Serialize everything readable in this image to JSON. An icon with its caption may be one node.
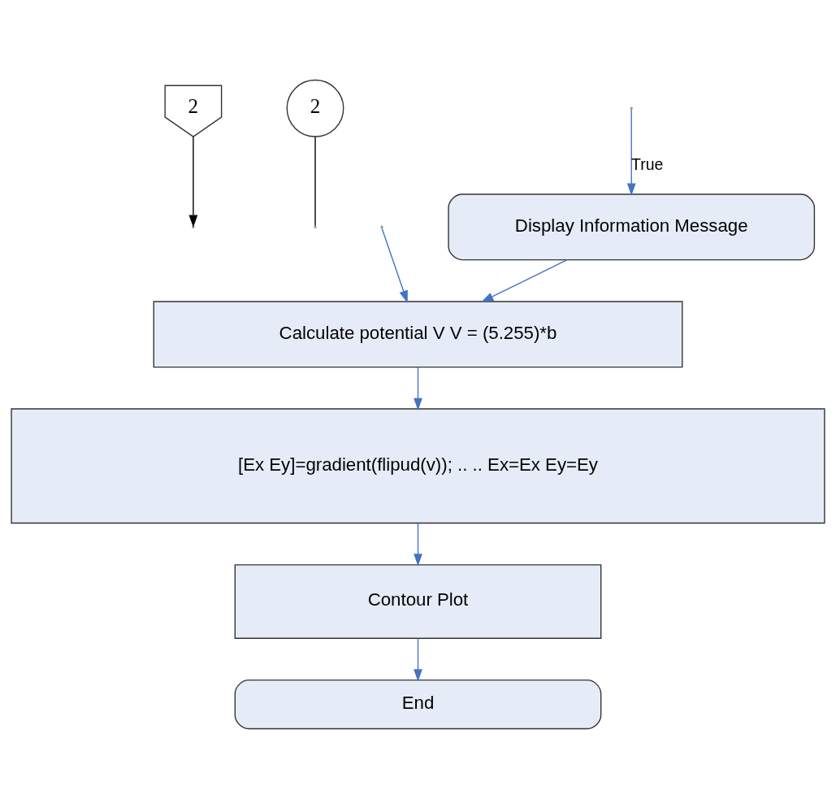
{
  "diagram": {
    "nodes": [
      {
        "text": [
          "2"
        ]
      },
      {
        "text": [
          "2"
        ]
      },
      {
        "text": [
          "Display Information Message"
        ]
      },
      {
        "text": [
          "Calculate potential V V = (5.255)*b"
        ]
      },
      {
        "text": [
          "[Ex Ey]=gradient(flipud(v)); .. .. Ex=Ex Ey=Ey"
        ]
      },
      {
        "text": [
          "Contour Plot"
        ]
      },
      {
        "text": [
          "End"
        ]
      }
    ],
    "edges": [
      {
        "from": 0,
        "to": null,
        "arrow": "to",
        "color": "#000000"
      },
      {
        "from": 1,
        "to": null,
        "arrow": "none",
        "color": "#000000"
      },
      {
        "from": null,
        "to": 2,
        "arrow": "to",
        "label": "True"
      },
      {
        "from": 2,
        "to": 3,
        "arrow": "to"
      },
      {
        "from": null,
        "to": 3,
        "arrow": "to"
      },
      {
        "from": 3,
        "to": 4,
        "arrow": "to"
      },
      {
        "from": 4,
        "to": 5,
        "arrow": "to"
      },
      {
        "from": 5,
        "to": 6,
        "arrow": "to"
      }
    ]
  }
}
